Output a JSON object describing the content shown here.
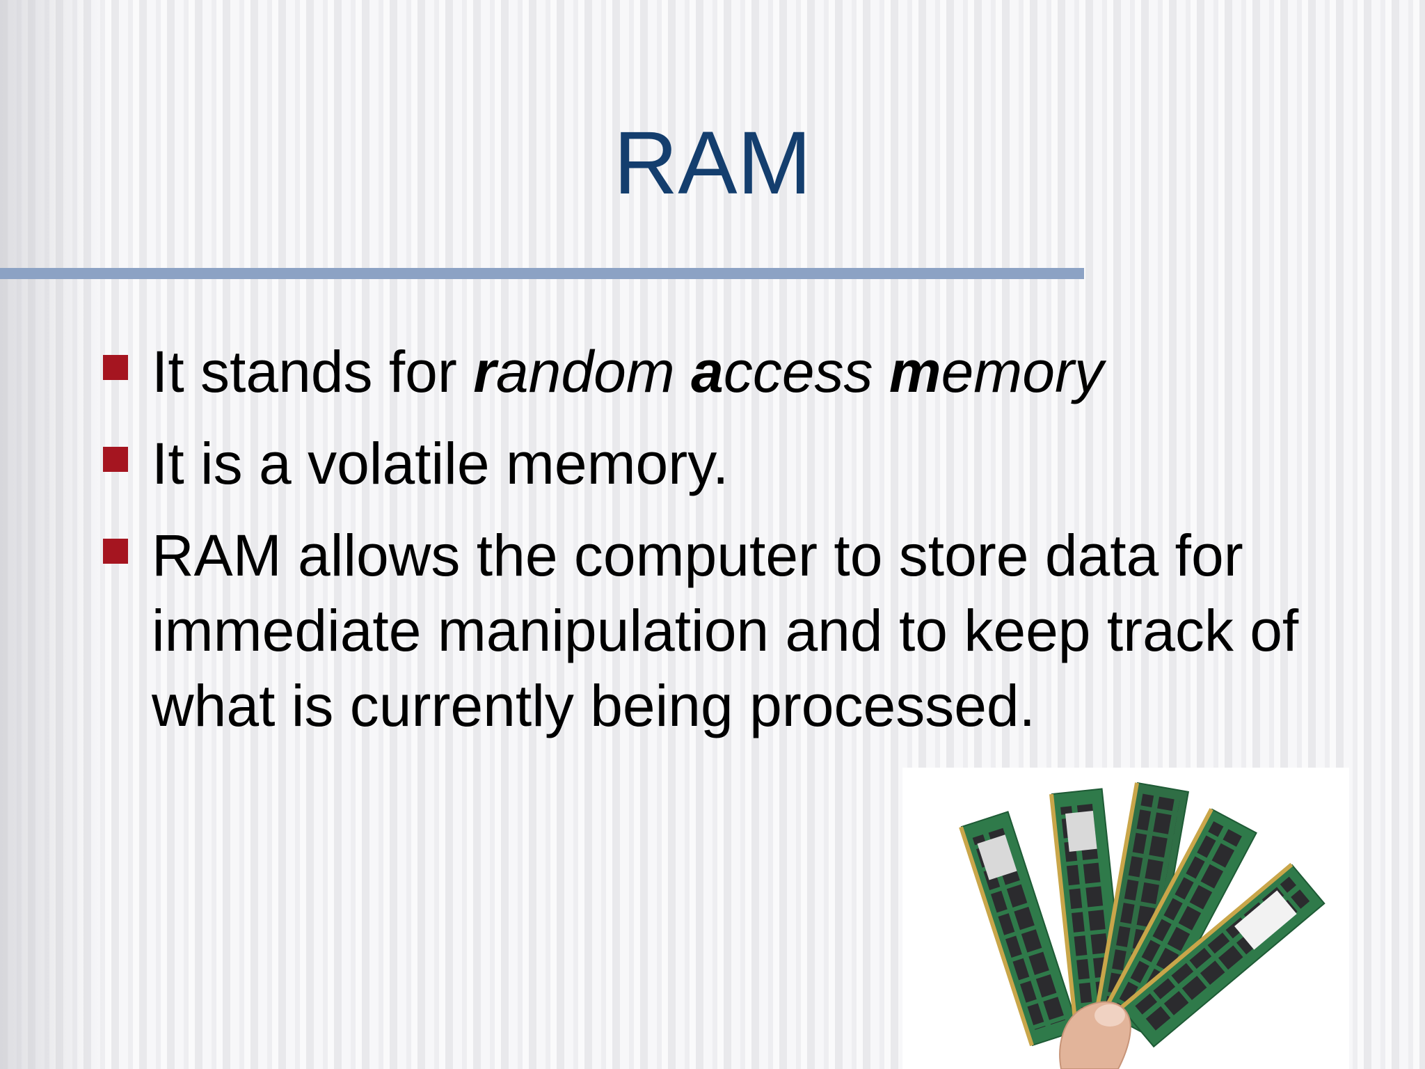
{
  "slide": {
    "title": "RAM",
    "bullets": [
      {
        "lead": "It stands for ",
        "parts": [
          {
            "initial": "r",
            "rest": "andom "
          },
          {
            "initial": "a",
            "rest": "ccess "
          },
          {
            "initial": "m",
            "rest": "emory"
          }
        ]
      },
      {
        "text": "It is a volatile memory."
      },
      {
        "text": "RAM allows the computer to store data for immediate manipulation and to keep track of what is currently being processed."
      }
    ]
  },
  "image": {
    "subject": "hand holding fanned RAM memory modules"
  },
  "colors": {
    "title": "#143e6e",
    "rule": "#8ca2c4",
    "bullet_marker": "#a51520",
    "pcb_green": "#2f7a4a"
  }
}
